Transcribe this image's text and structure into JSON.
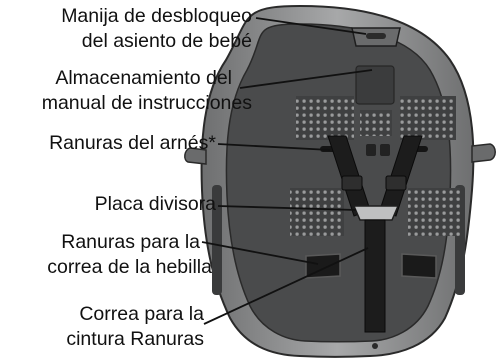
{
  "labels": [
    {
      "lines": [
        "Manija de desbloqueo",
        "del asiento de bebé"
      ]
    },
    {
      "lines": [
        "Almacenamiento del",
        "manual de instrucciones"
      ]
    },
    {
      "lines": [
        "Ranuras del arnés*"
      ]
    },
    {
      "lines": [
        "Placa divisora"
      ]
    },
    {
      "lines": [
        "Ranuras para la",
        "correa de la hebilla"
      ]
    },
    {
      "lines": [
        "Correa para la",
        "cintura Ranuras"
      ]
    }
  ],
  "colors": {
    "shell_outer": "#8f9091",
    "shell_inner": "#555657",
    "seat_pad": "#3f4041",
    "strap": "#1c1c1c",
    "leader_line": "#111111",
    "text": "#111111"
  }
}
